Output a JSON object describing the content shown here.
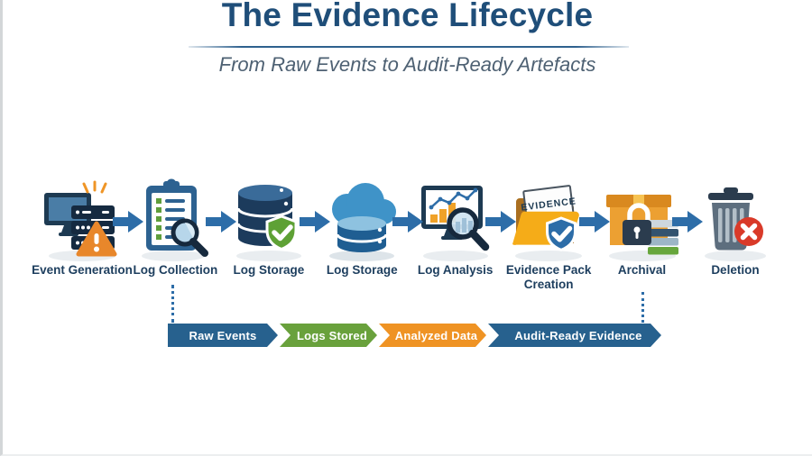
{
  "header": {
    "title": "The Evidence Lifecycle",
    "subtitle": "From Raw Events to Audit-Ready Artefacts"
  },
  "flow": {
    "steps": [
      {
        "label": "Event Generation",
        "icon": "server-alert-icon"
      },
      {
        "label": "Log Collection",
        "icon": "clipboard-magnifier-icon"
      },
      {
        "label": "Log Storage",
        "icon": "database-shield-icon"
      },
      {
        "label": "Log Storage",
        "icon": "cloud-database-icon"
      },
      {
        "label": "Log Analysis",
        "icon": "monitor-chart-magnifier-icon"
      },
      {
        "label": "Evidence Pack Creation",
        "icon": "evidence-folder-shield-icon"
      },
      {
        "label": "Archival",
        "icon": "box-lock-books-icon"
      },
      {
        "label": "Deletion",
        "icon": "trash-delete-icon"
      }
    ],
    "evidence_label": "EVIDENCE"
  },
  "timeline": {
    "segments": [
      {
        "label": "Raw Events",
        "color": "#27618e"
      },
      {
        "label": "Logs Stored",
        "color": "#69a13c"
      },
      {
        "label": "Analyzed Data",
        "color": "#ef9324"
      },
      {
        "label": "Audit-Ready Evidence",
        "color": "#27618e"
      }
    ]
  },
  "colors": {
    "title": "#1f4e79",
    "subtitle": "#4e6173",
    "step_label": "#1d3e5e",
    "arrow": "#2d6da8",
    "connector": "#2d6da8",
    "warning_orange": "#e8872b",
    "shield_green": "#5ea135",
    "shield_blue": "#2d6da8",
    "folder_gold": "#f5ac18",
    "delete_red": "#d93a29"
  }
}
